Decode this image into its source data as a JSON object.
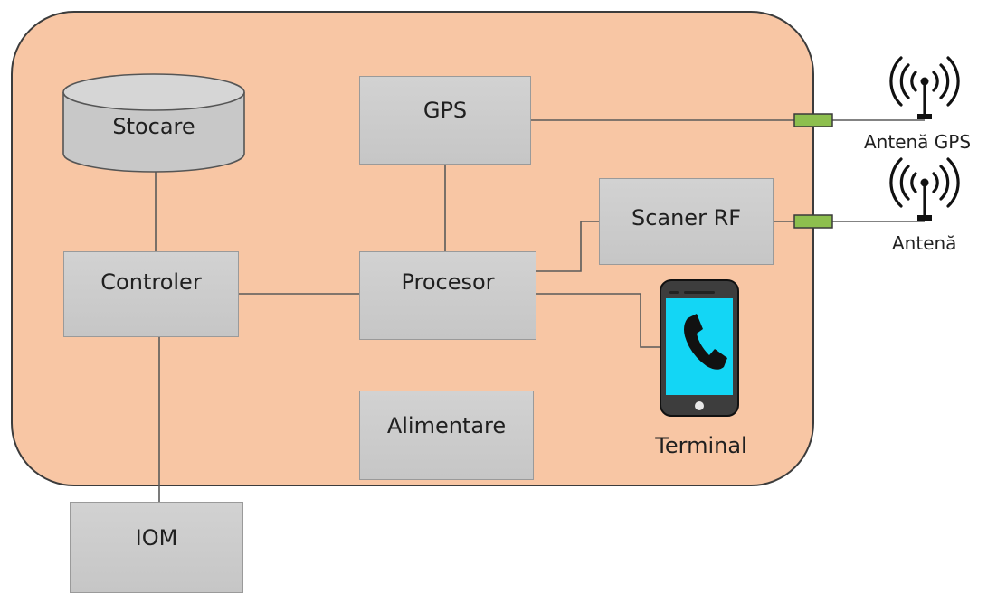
{
  "blocks": {
    "storage": "Stocare",
    "gps": "GPS",
    "rf_scanner": "Scaner RF",
    "controller": "Controler",
    "processor": "Procesor",
    "power": "Alimentare",
    "iom": "IOM",
    "terminal": "Terminal"
  },
  "antennas": {
    "gps": "Antenă GPS",
    "rf": "Antenă"
  },
  "icons": {
    "antenna": "antenna-icon",
    "phone": "smartphone-call-icon"
  },
  "colors": {
    "enclosure": "#f8c6a4",
    "block": "#c8c8c8",
    "connector": "#8dbf4e",
    "phone_screen": "#13d6f5"
  }
}
